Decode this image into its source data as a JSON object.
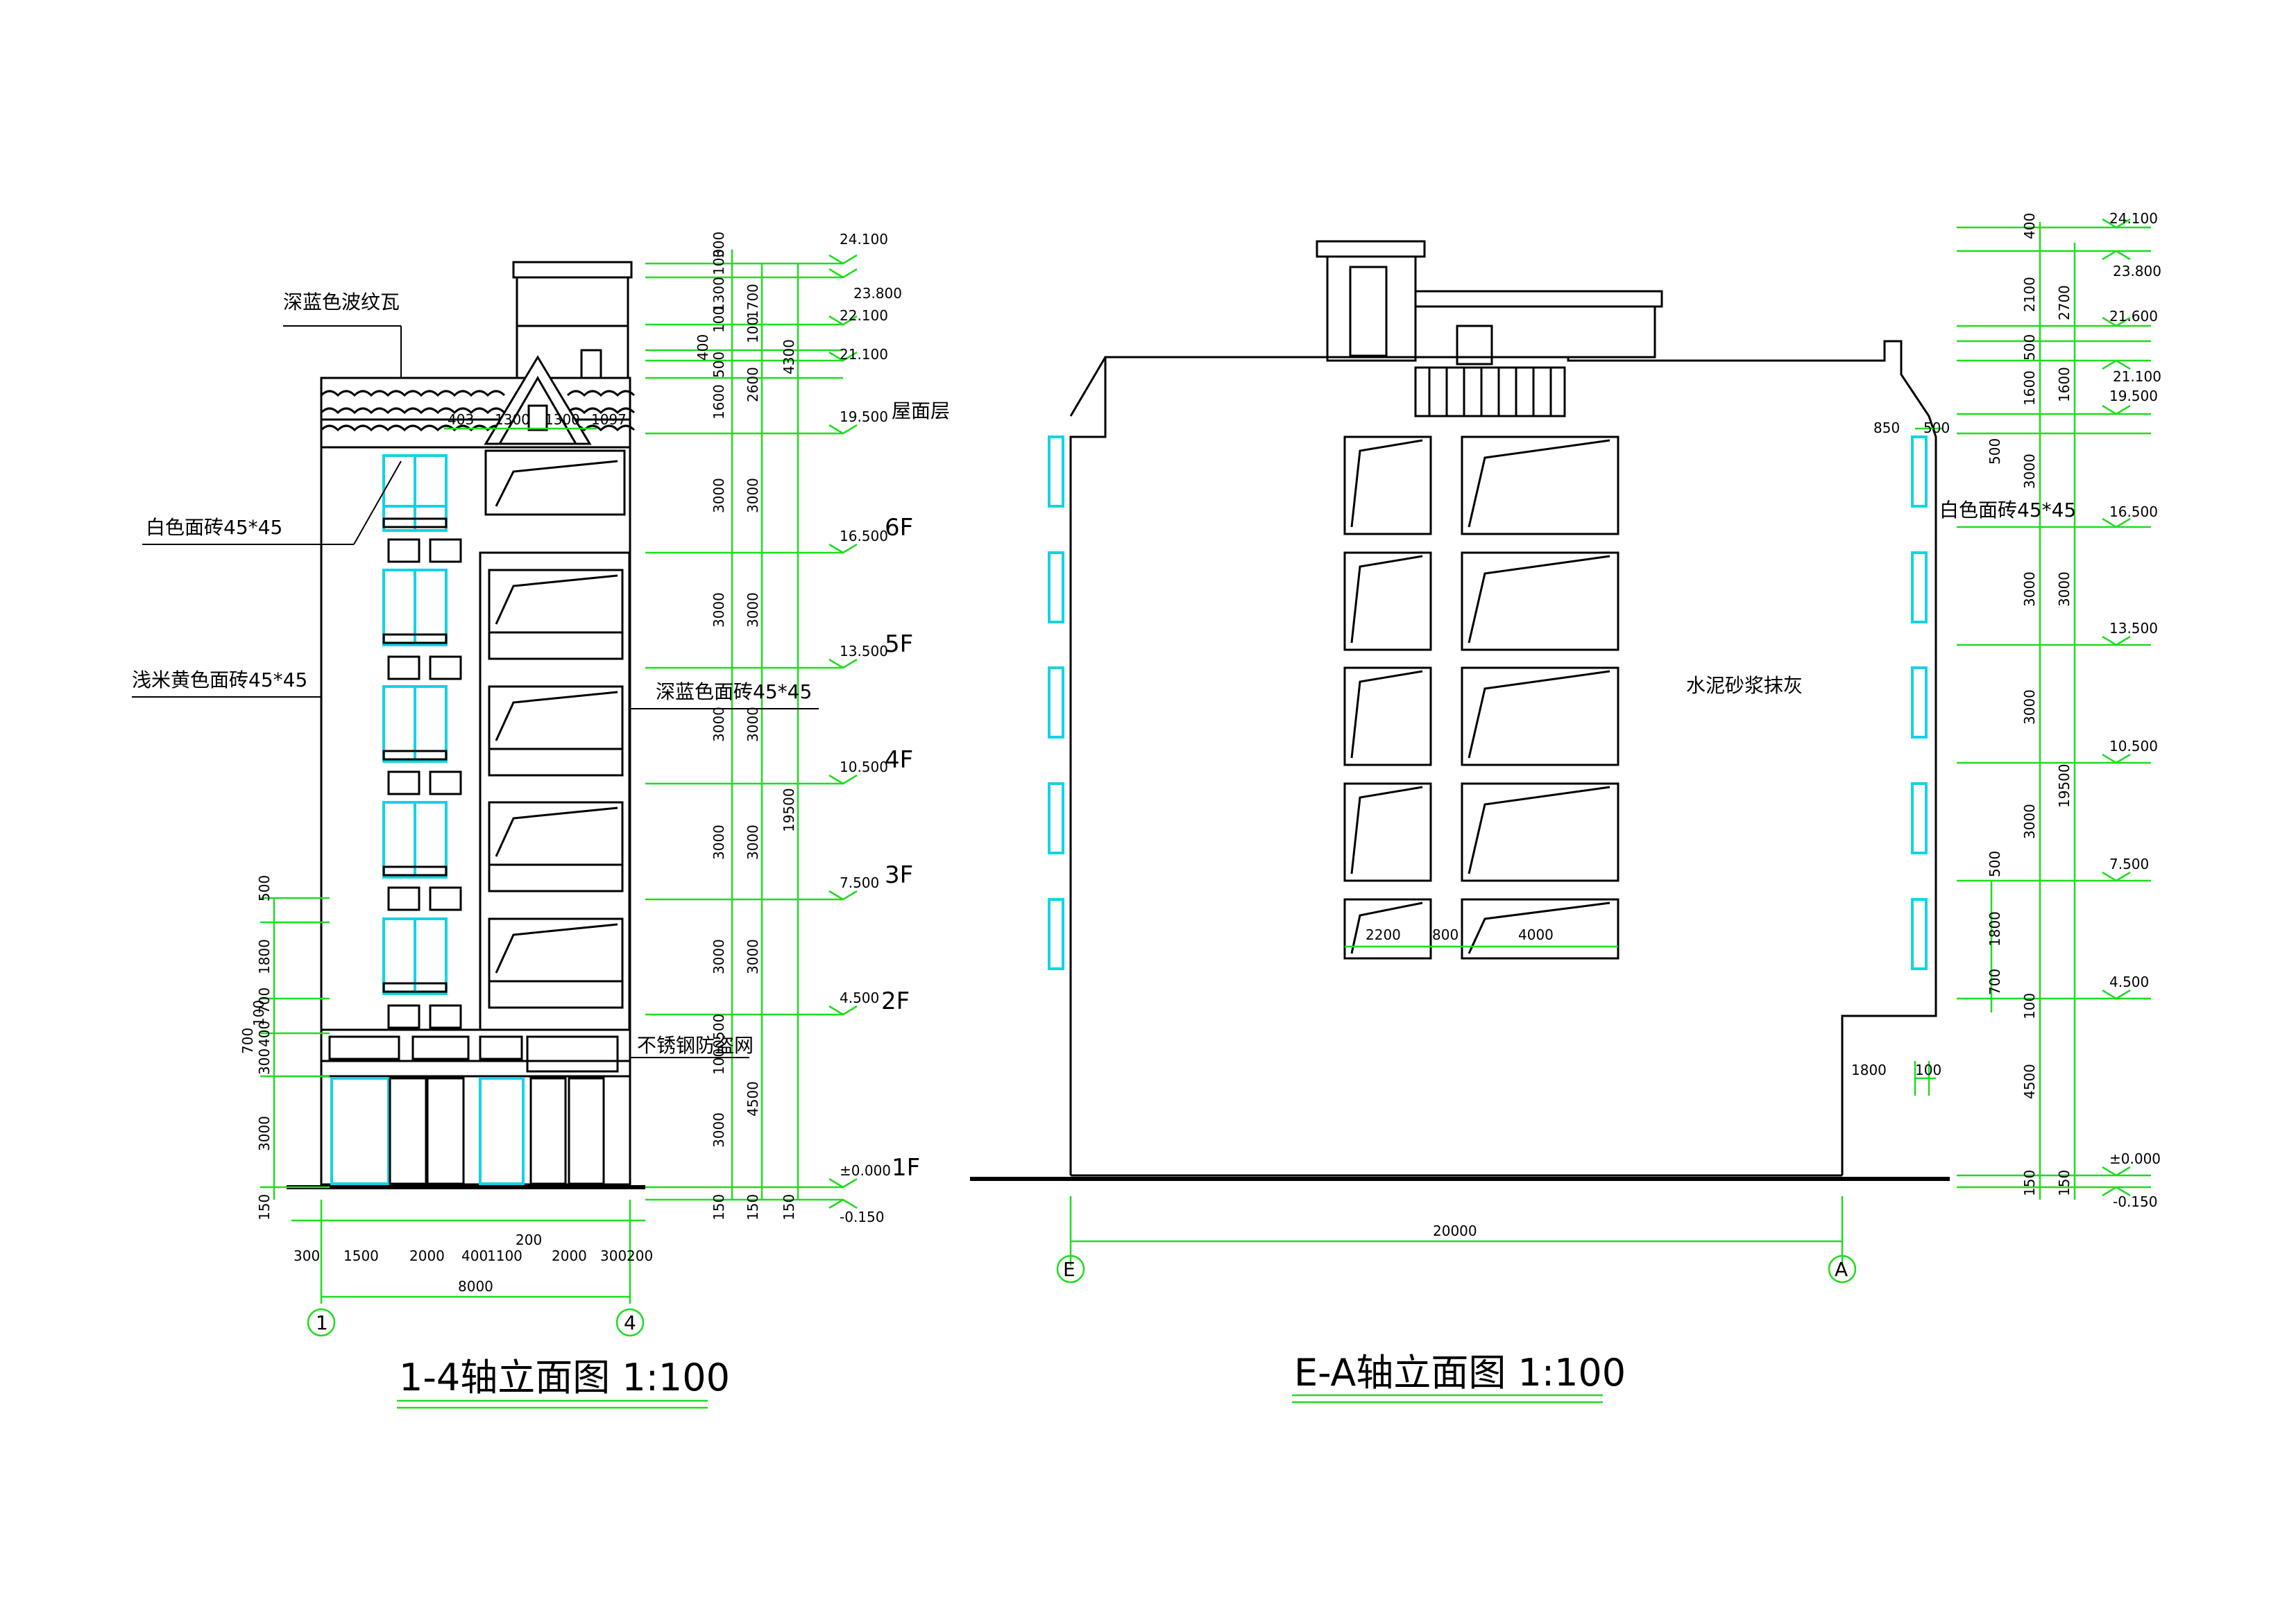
{
  "left_elevation": {
    "title": "1-4轴立面图 1:100",
    "labels": {
      "roof_tile": "深蓝色波纹瓦",
      "white_tile": "白色面砖45*45",
      "beige_tile": "浅米黄色面砖45*45",
      "blue_tile": "深蓝色面砖45*45",
      "steel_net": "不锈钢防盗网"
    },
    "elevations": [
      "24.100",
      "23.800",
      "22.100",
      "21.100",
      "19.500",
      "16.500",
      "13.500",
      "10.500",
      "7.500",
      "4.500",
      "±0.000",
      "-0.150"
    ],
    "floors": [
      "屋面层",
      "6F",
      "5F",
      "4F",
      "3F",
      "2F",
      "1F"
    ],
    "vert_dims_a": [
      "300",
      "100",
      "1300",
      "100",
      "400",
      "500",
      "1600",
      "3000",
      "3000",
      "3000",
      "3000",
      "3000",
      "500",
      "1000",
      "3000",
      "150"
    ],
    "vert_dims_b": [
      "1700",
      "100",
      "2600",
      "3000",
      "3000",
      "3000",
      "3000",
      "3000",
      "4500",
      "150"
    ],
    "vert_dims_c": [
      "4300",
      "19500",
      "150"
    ],
    "left_dims": [
      "500",
      "1800",
      "700",
      "100",
      "400",
      "300",
      "700",
      "3000",
      "150"
    ],
    "top_dims": [
      "403",
      "1300",
      "1300",
      "1097"
    ],
    "bottom_dims": [
      "300",
      "1500",
      "2000",
      "400",
      "1100",
      "2000",
      "300",
      "200"
    ],
    "bottom_mid_dim": "200",
    "total_dim": "8000",
    "axes": [
      "1",
      "4"
    ]
  },
  "right_elevation": {
    "title": "E-A轴立面图 1:100",
    "labels": {
      "plaster": "水泥砂浆抹灰",
      "white_tile": "白色面砖45*45"
    },
    "elevations": [
      "24.100",
      "23.800",
      "21.600",
      "21.100",
      "19.500",
      "16.500",
      "13.500",
      "10.500",
      "7.500",
      "4.500",
      "±0.000",
      "-0.150"
    ],
    "vert_dims_a": [
      "400",
      "2100",
      "500",
      "1600",
      "500",
      "3000",
      "3000",
      "3000",
      "500",
      "1800",
      "700",
      "100",
      "4500",
      "150"
    ],
    "vert_dims_b": [
      "2700",
      "1600",
      "3000",
      "19500",
      "3000",
      "150"
    ],
    "dims": [
      "2200",
      "800",
      "4000",
      "850",
      "500",
      "1800",
      "100"
    ],
    "total_dim": "20000",
    "axes": [
      "E",
      "A"
    ]
  }
}
